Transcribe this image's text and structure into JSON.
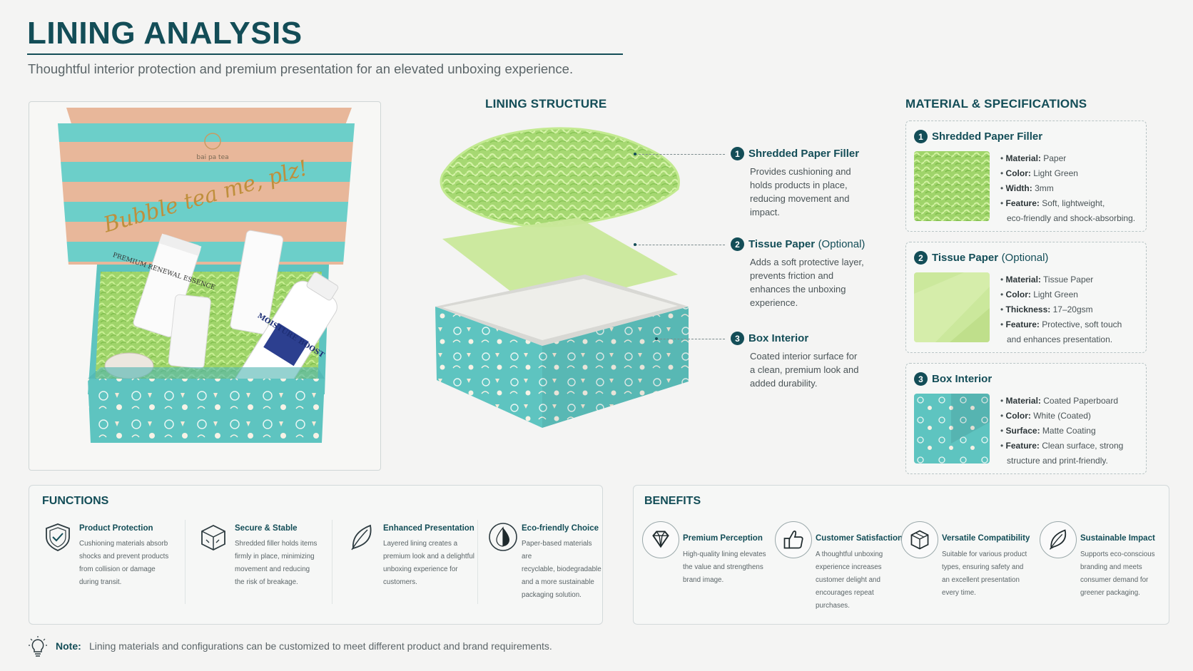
{
  "header": {
    "title": "LINING ANALYSIS",
    "subtitle": "Thoughtful interior protection and premium presentation for an elevated unboxing experience."
  },
  "photo": {
    "lid_brand": "bai pa tea",
    "lid_script": "Bubble tea me, plz!",
    "products": [
      "PREMIUM RENEWAL ESSENCE",
      "MOISTURE BOOST"
    ]
  },
  "structure": {
    "heading": "LINING STRUCTURE",
    "layers": [
      {
        "num": "1",
        "title": "Shredded Paper Filler",
        "optional": "",
        "desc": "Provides cushioning and holds products in place, reducing movement and impact."
      },
      {
        "num": "2",
        "title": "Tissue Paper",
        "optional": "(Optional)",
        "desc": "Adds a soft protective layer, prevents friction and enhances the unboxing experience."
      },
      {
        "num": "3",
        "title": "Box Interior",
        "optional": "",
        "desc": "Coated interior surface for a clean, premium look and added durability."
      }
    ]
  },
  "specs": {
    "heading": "MATERIAL & SPECIFICATIONS",
    "cards": [
      {
        "num": "1",
        "title": "Shredded Paper Filler",
        "optional": "",
        "rows": [
          {
            "key": "Material:",
            "val": "Paper"
          },
          {
            "key": "Color:",
            "val": "Light Green"
          },
          {
            "key": "Width:",
            "val": "3mm"
          },
          {
            "key": "Feature:",
            "val": "Soft, lightweight,",
            "cont": "eco-friendly and shock-absorbing."
          }
        ]
      },
      {
        "num": "2",
        "title": "Tissue Paper",
        "optional": "(Optional)",
        "rows": [
          {
            "key": "Material:",
            "val": "Tissue Paper"
          },
          {
            "key": "Color:",
            "val": "Light Green"
          },
          {
            "key": "Thickness:",
            "val": "17–20gsm"
          },
          {
            "key": "Feature:",
            "val": "Protective, soft touch",
            "cont": "and enhances presentation."
          }
        ]
      },
      {
        "num": "3",
        "title": "Box Interior",
        "optional": "",
        "rows": [
          {
            "key": "Material:",
            "val": "Coated Paperboard"
          },
          {
            "key": "Color:",
            "val": "White (Coated)"
          },
          {
            "key": "Surface:",
            "val": "Matte Coating"
          },
          {
            "key": "Feature:",
            "val": "Clean surface, strong",
            "cont": "structure and print-friendly."
          }
        ]
      }
    ]
  },
  "functions": {
    "heading": "FUNCTIONS",
    "items": [
      {
        "icon": "shield-check-icon",
        "title": "Product Protection",
        "desc": [
          "Cushioning materials absorb",
          "shocks and prevent products",
          "from collision or damage",
          "during transit."
        ]
      },
      {
        "icon": "box-icon",
        "title": "Secure & Stable",
        "desc": [
          "Shredded filler holds items",
          "firmly in place, minimizing",
          "movement and reducing",
          "the risk of breakage."
        ]
      },
      {
        "icon": "leaf-icon",
        "title": "Enhanced Presentation",
        "desc": [
          "Layered lining creates a",
          "premium look and a delightful",
          "unboxing experience for",
          "customers."
        ]
      },
      {
        "icon": "droplet-icon",
        "title": "Eco-friendly Choice",
        "desc": [
          "Paper-based materials are",
          "recyclable, biodegradable",
          "and a more sustainable",
          "packaging solution."
        ]
      }
    ]
  },
  "benefits": {
    "heading": "BENEFITS",
    "items": [
      {
        "icon": "diamond-icon",
        "title": "Premium Perception",
        "desc": [
          "High-quality lining elevates",
          "the value and strengthens",
          "brand image."
        ]
      },
      {
        "icon": "thumbs-up-icon",
        "title": "Customer Satisfaction",
        "desc": [
          "A thoughtful unboxing",
          "experience increases",
          "customer delight and",
          "encourages repeat purchases."
        ]
      },
      {
        "icon": "cube-icon",
        "title": "Versatile Compatibility",
        "desc": [
          "Suitable for various product",
          "types, ensuring safety and",
          "an excellent presentation",
          "every time."
        ]
      },
      {
        "icon": "leaf-circle-icon",
        "title": "Sustainable Impact",
        "desc": [
          "Supports eco-conscious",
          "branding and meets",
          "consumer demand for",
          "greener packaging."
        ]
      }
    ]
  },
  "note": {
    "label": "Note:",
    "text": "Lining materials and configurations can be customized to meet different product and brand requirements."
  },
  "colors": {
    "brand": "#134d57",
    "filler_green": "#b6e07e",
    "tissue_green": "#c9e89a",
    "box_teal": "#5ec4c0",
    "stripe_peach": "#e8b79a"
  }
}
